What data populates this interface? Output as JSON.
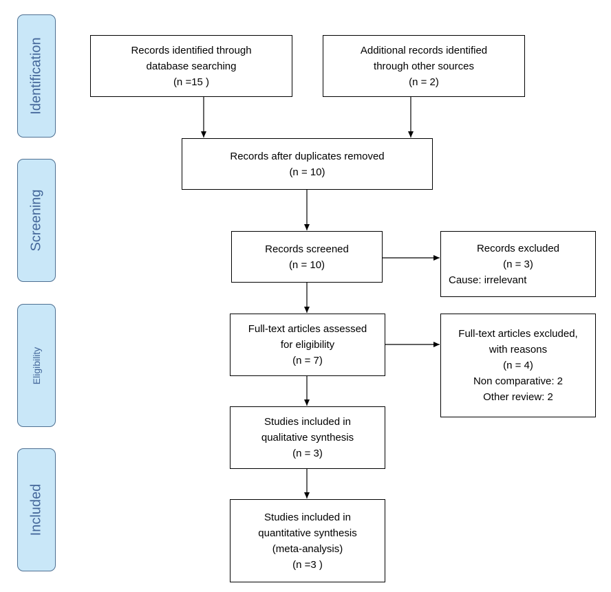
{
  "phases": {
    "identification": "Identification",
    "screening": "Screening",
    "eligibility": "Eligibility",
    "included": "Included"
  },
  "boxes": {
    "database_records": {
      "line1": "Records identified through",
      "line2": "database searching",
      "line3": "(n =15 )"
    },
    "other_records": {
      "line1": "Additional records identified",
      "line2": "through other sources",
      "line3": "(n = 2)"
    },
    "duplicates_removed": {
      "line1": "Records after duplicates removed",
      "line2": "(n = 10)"
    },
    "screened": {
      "line1": "Records screened",
      "line2": "(n = 10)"
    },
    "excluded": {
      "line1": "Records excluded",
      "line2": "(n = 3)",
      "line3": "Cause: irrelevant"
    },
    "fulltext_assessed": {
      "line1": "Full-text articles assessed",
      "line2": "for eligibility",
      "line3": "(n = 7)"
    },
    "fulltext_excluded": {
      "line1": "Full-text articles excluded,",
      "line2": "with reasons",
      "line3": "(n = 4)",
      "line4": "Non comparative: 2",
      "line5": "Other review: 2"
    },
    "qualitative": {
      "line1": "Studies included in",
      "line2": "qualitative synthesis",
      "line3": "(n = 3)"
    },
    "quantitative": {
      "line1": "Studies included in",
      "line2": "quantitative synthesis",
      "line3": "(meta-analysis)",
      "line4": "(n =3 )"
    }
  }
}
